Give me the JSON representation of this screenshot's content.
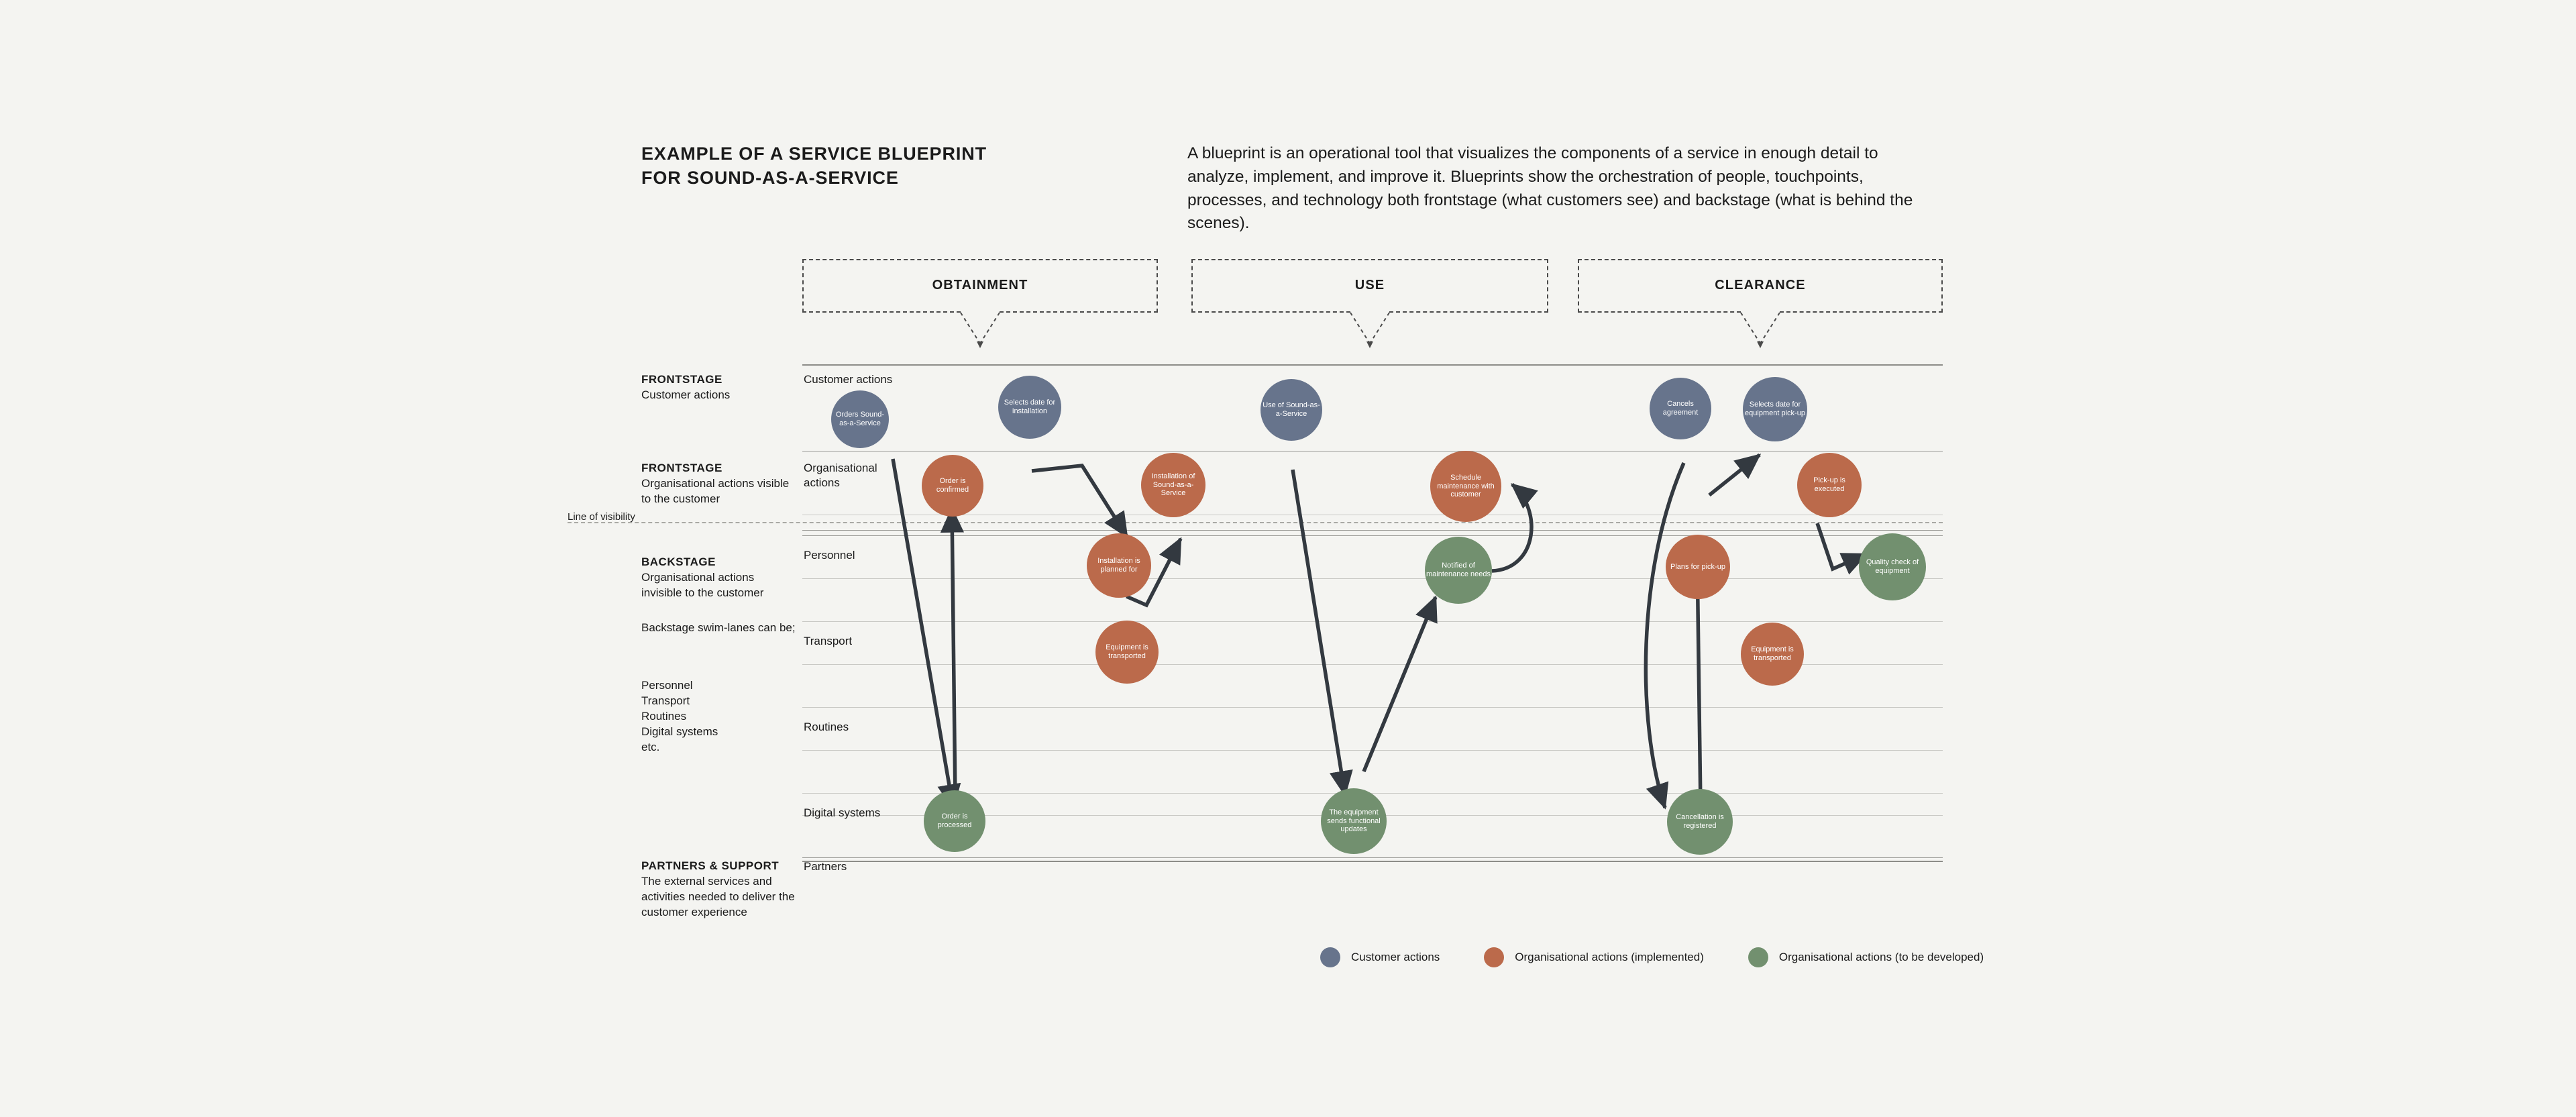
{
  "title": {
    "line1": "EXAMPLE OF A SERVICE BLUEPRINT",
    "line2": "FOR SOUND-AS-A-SERVICE"
  },
  "intro": "A blueprint is an operational tool that visualizes the components of a service in enough detail to analyze, implement, and improve it. Blueprints show the orchestration of people, touchpoints, processes, and technology both frontstage (what customers see) and backstage (what is behind the scenes).",
  "phases": [
    {
      "label": "OBTAINMENT"
    },
    {
      "label": "USE"
    },
    {
      "label": "CLEARANCE"
    }
  ],
  "left_blocks": [
    {
      "heading": "FRONTSTAGE",
      "sub": "Customer actions"
    },
    {
      "heading": "FRONTSTAGE",
      "sub": "Organisational actions visible to the customer"
    },
    {
      "heading": "BACKSTAGE",
      "sub": "Organisational actions invisible to the customer"
    },
    {
      "heading": "",
      "sub": "Backstage swim-lanes can be;"
    },
    {
      "heading": "",
      "sub": "Personnel\nTransport\nRoutines\nDigital systems\netc."
    },
    {
      "heading": "PARTNERS & SUPPORT",
      "sub": "The external services and activities needed to deliver the customer experience"
    }
  ],
  "line_of_visibility": "Line of visibility",
  "rows": [
    {
      "name": "Customer actions"
    },
    {
      "name": "Organisational actions"
    },
    {
      "name": "Personnel"
    },
    {
      "name": "Transport"
    },
    {
      "name": "Routines"
    },
    {
      "name": "Digital systems"
    },
    {
      "name": "Partners"
    }
  ],
  "colors": {
    "customer": "#67748C",
    "implemented": "#BB6A4B",
    "to_be_developed": "#72906F",
    "background": "#F4F4F1",
    "line": "#9a9a96",
    "arrow": "#333940"
  },
  "nodes": [
    {
      "id": "n1",
      "label": "Orders Sound-as-a-Service",
      "type": "customer"
    },
    {
      "id": "n2",
      "label": "Selects date for installation",
      "type": "customer"
    },
    {
      "id": "n3",
      "label": "Use of Sound-as-a-Service",
      "type": "customer"
    },
    {
      "id": "n4",
      "label": "Cancels agreement",
      "type": "customer"
    },
    {
      "id": "n5",
      "label": "Selects date for equipment pick-up",
      "type": "customer"
    },
    {
      "id": "n6",
      "label": "Order is confirmed",
      "type": "implemented"
    },
    {
      "id": "n7",
      "label": "Installation of Sound-as-a-Service",
      "type": "implemented"
    },
    {
      "id": "n8",
      "label": "Schedule maintenance with customer",
      "type": "implemented"
    },
    {
      "id": "n9",
      "label": "Pick-up is executed",
      "type": "implemented"
    },
    {
      "id": "n10",
      "label": "Installation is planned for",
      "type": "implemented"
    },
    {
      "id": "n11",
      "label": "Notified of maintenance needs",
      "type": "to_be_developed"
    },
    {
      "id": "n12",
      "label": "Plans for pick-up",
      "type": "implemented"
    },
    {
      "id": "n13",
      "label": "Quality check of equipment",
      "type": "to_be_developed"
    },
    {
      "id": "n14",
      "label": "Equipment is transported",
      "type": "implemented"
    },
    {
      "id": "n15",
      "label": "Equipment is transported",
      "type": "implemented"
    },
    {
      "id": "n16",
      "label": "Order is processed",
      "type": "to_be_developed"
    },
    {
      "id": "n17",
      "label": "The equipment sends functional updates",
      "type": "to_be_developed"
    },
    {
      "id": "n18",
      "label": "Cancellation is registered",
      "type": "to_be_developed"
    }
  ],
  "legend": [
    {
      "label": "Customer actions",
      "type": "customer"
    },
    {
      "label": "Organisational actions (implemented)",
      "type": "implemented"
    },
    {
      "label": "Organisational actions (to be developed)",
      "type": "to_be_developed"
    }
  ]
}
